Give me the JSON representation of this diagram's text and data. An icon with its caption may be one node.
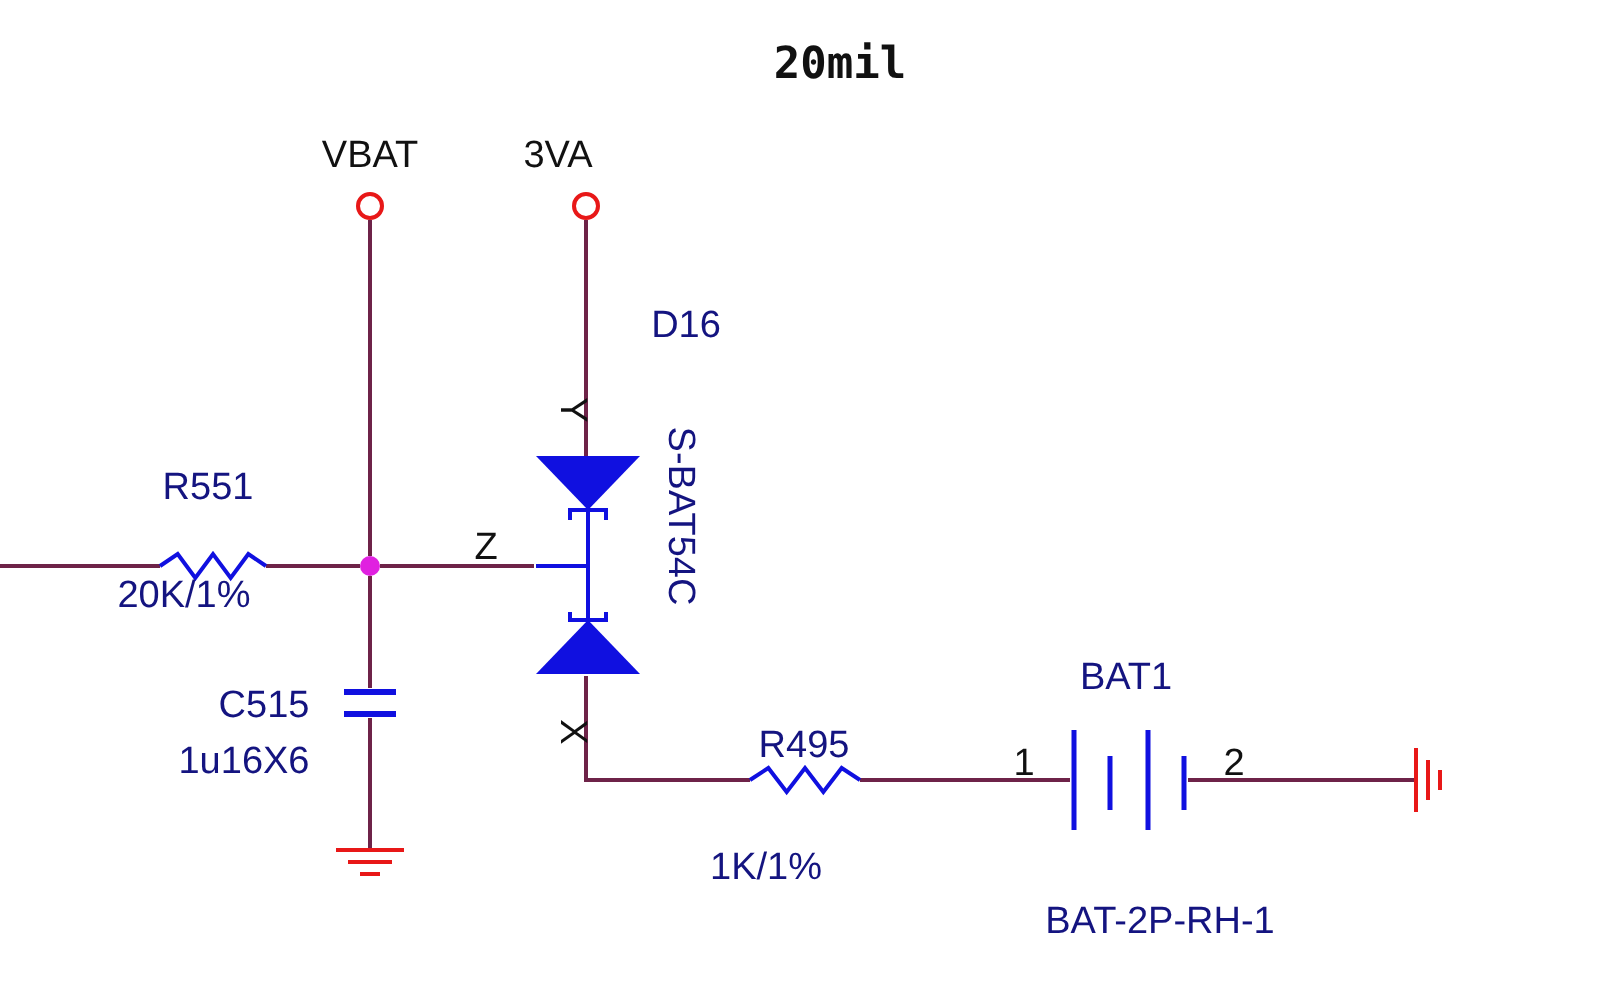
{
  "diagram": {
    "title": "20mil",
    "nodes": [
      {
        "text": [
          "VBAT"
        ]
      },
      {
        "text": [
          "3VA"
        ]
      },
      {
        "text": [
          "R551",
          "20K/1%"
        ]
      },
      {
        "text": [],
        "shape": "circle"
      },
      {
        "text": [
          "C515",
          "1u16X6"
        ]
      },
      {
        "text": [],
        "shape": "ground"
      },
      {
        "text": [
          "D16",
          "S-BAT54C"
        ]
      },
      {
        "text": [
          "R495",
          "1K/1%"
        ]
      },
      {
        "text": [
          "BAT1",
          "BAT-2P-RH-1"
        ]
      },
      {
        "text": [],
        "shape": "ground"
      }
    ],
    "edges": [
      {
        "from": null,
        "to": 2,
        "arrow": "none"
      },
      {
        "from": 2,
        "to": 3,
        "arrow": "none"
      },
      {
        "from": 0,
        "to": 3,
        "arrow": "none"
      },
      {
        "from": 3,
        "to": 4,
        "arrow": "none"
      },
      {
        "from": 4,
        "to": 5,
        "arrow": "none"
      },
      {
        "from": 1,
        "to": 6,
        "label": "Y",
        "arrow": "none"
      },
      {
        "from": 3,
        "to": 6,
        "label": "Z",
        "arrow": "none"
      },
      {
        "from": 6,
        "to": 7,
        "label": "X",
        "arrow": "none"
      },
      {
        "from": 7,
        "to": 8,
        "label": "1",
        "arrow": "none"
      },
      {
        "from": 8,
        "to": 9,
        "label": "2",
        "arrow": "none"
      }
    ]
  }
}
